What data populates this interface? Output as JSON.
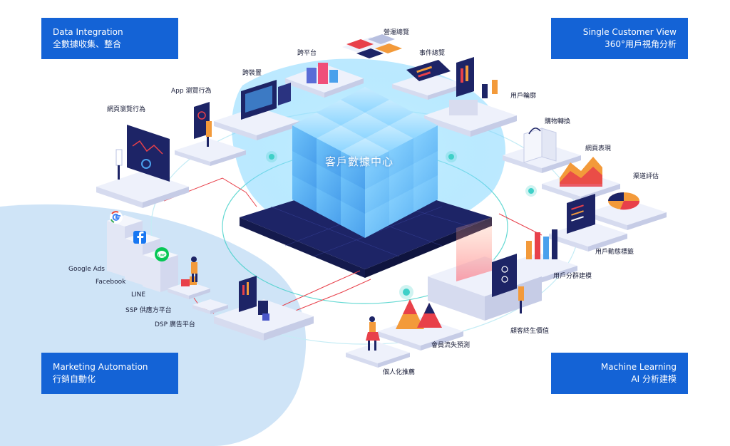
{
  "hub": {
    "title": "客戶數據中心"
  },
  "corners": {
    "data_integration": {
      "line1": "Data Integration",
      "line2": "全數據收集、整合"
    },
    "single_customer_view": {
      "line1": "Single Customer View",
      "line2": "360°用戶視角分析"
    },
    "marketing_automation": {
      "line1": "Marketing Automation",
      "line2": "行銷自動化"
    },
    "machine_learning": {
      "line1": "Machine Learning",
      "line2": "AI 分析建模"
    }
  },
  "nodes": {
    "ops_overview": "營運總覽",
    "event_overview": "事件總覽",
    "cross_platform": "跨平台",
    "cross_device": "跨裝置",
    "app_browse": "App 瀏覽行為",
    "web_browse": "網頁瀏覽行為",
    "user_profile": "用戶輪廓",
    "purchase_conversion": "購物轉換",
    "web_performance": "網頁表現",
    "channel_evaluation": "渠道評估",
    "dynamic_tags": "用戶動態標籤",
    "user_segmentation": "用戶分群建模",
    "customer_lifetime_value": "顧客終生價值",
    "churn_prediction": "會員流失預測",
    "personalized_recommendation": "個人化推薦"
  },
  "channels": {
    "google_ads": "Google Ads",
    "facebook": "Facebook",
    "line": "LINE",
    "ssp": "SSP 供應方平台",
    "dsp": "DSP 廣告平台"
  },
  "colors": {
    "corner_box": "#1463d6",
    "cube_light": "#7fd3ff",
    "cube_mid": "#4aa8f0",
    "platform_dark": "#1d2466",
    "glow": "#9ee3ff",
    "bg_blob": "#cfe4f7",
    "accent_red": "#e8404a",
    "accent_orange": "#f39a3a"
  }
}
